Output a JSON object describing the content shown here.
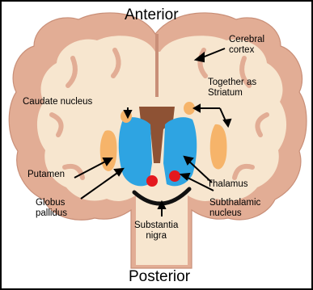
{
  "orientation": {
    "top": "Anterior",
    "bottom": "Posterior"
  },
  "labels": {
    "cerebral_cortex": [
      "Cerebral",
      "cortex"
    ],
    "caudate_nucleus": "Caudate nucleus",
    "together_as_striatum": [
      "Together as",
      "Striatum"
    ],
    "putamen": "Putamen",
    "globus_pallidus": [
      "Globus",
      "pallidus"
    ],
    "thalamus": "Thalamus",
    "subthalamic_nucleus": [
      "Subthalamic",
      "nucleus"
    ],
    "substantia_nigra": [
      "Substantia",
      "nigra"
    ]
  },
  "colors": {
    "outer_cortex": "#e2ad95",
    "inner_tissue": "#f7e6cf",
    "ventricle_brown": "#8e5234",
    "thalamus_blue": "#2ea4e2",
    "striatum_orange": "#f6b46a",
    "subthalamic_red": "#e4181e",
    "substantia_nigra": "#111111"
  }
}
